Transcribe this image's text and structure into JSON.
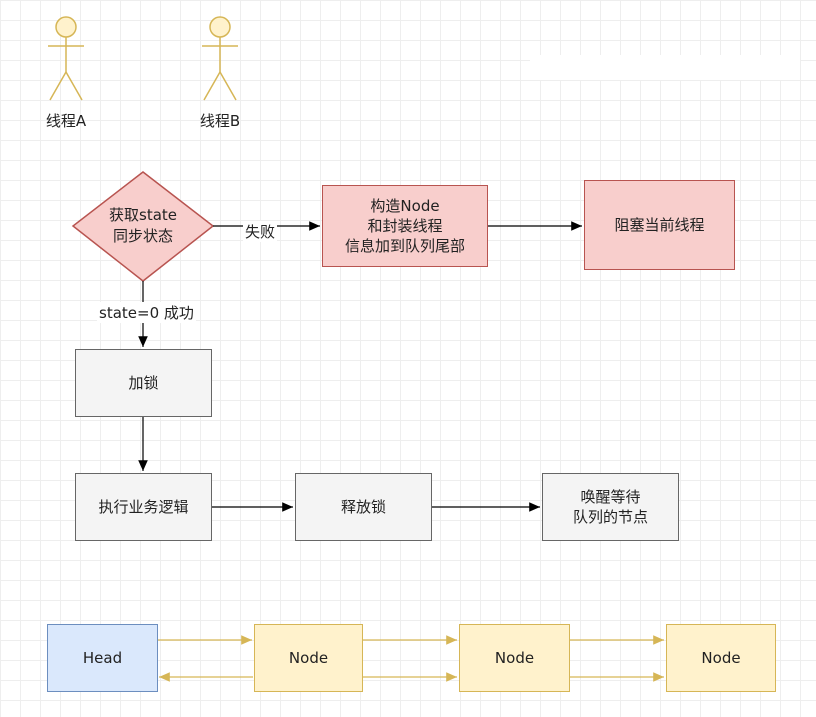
{
  "actors": [
    {
      "label": "线程A"
    },
    {
      "label": "线程B"
    }
  ],
  "decision": {
    "line1": "获取state",
    "line2": "同步状态"
  },
  "edge_labels": {
    "fail": "失败",
    "success": "state=0 成功"
  },
  "boxes": {
    "construct": {
      "line1": "构造Node",
      "line2": "和封装线程",
      "line3": "信息加到队列尾部"
    },
    "block": {
      "label": "阻塞当前线程"
    },
    "lock": {
      "label": "加锁"
    },
    "business": {
      "label": "执行业务逻辑"
    },
    "release": {
      "label": "释放锁"
    },
    "wake": {
      "line1": "唤醒等待",
      "line2": "队列的节点"
    }
  },
  "queue": {
    "head": "Head",
    "nodes": [
      "Node",
      "Node",
      "Node"
    ]
  },
  "colors": {
    "red_fill": "#f8cecc",
    "red_stroke": "#b85450",
    "blue_fill": "#dae8fc",
    "blue_stroke": "#6c8ebf",
    "yellow_fill": "#fff2cc",
    "yellow_stroke": "#d6b656",
    "grey_fill": "#f4f4f4"
  }
}
